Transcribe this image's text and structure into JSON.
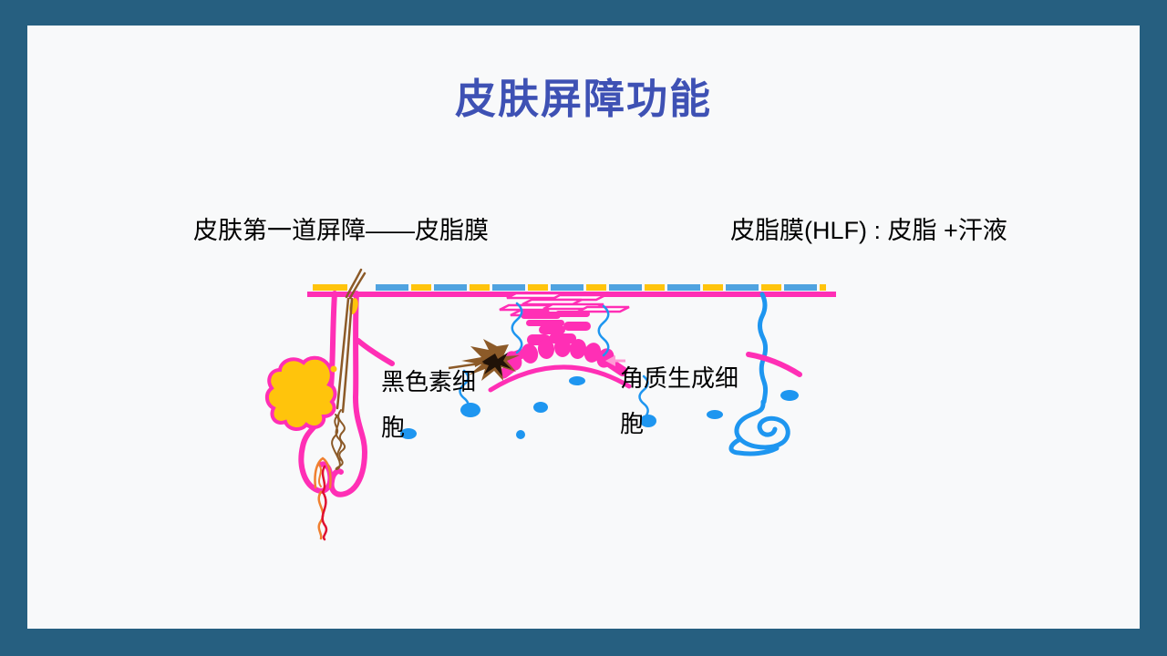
{
  "slide": {
    "title": "皮肤屏障功能",
    "caption_left": "皮肤第一道屏障——皮脂膜",
    "caption_right": "皮脂膜(HLF) : 皮脂 +汗液",
    "labels": {
      "melanocyte": "黑色素细胞",
      "keratinocyte": "角质生成细胞"
    }
  },
  "colors": {
    "border": "#265F80",
    "background": "#F8F9FA",
    "title": "#3E51B4",
    "text": "#000000",
    "magenta": "#FF2FB5",
    "light_pink": "#FF9AD5",
    "gold": "#FFC40C",
    "sky": "#4FA3E0",
    "blue": "#1E96F0",
    "brown": "#8C5A28",
    "dark_brown": "#201208",
    "red": "#E01030",
    "orange": "#F08030"
  }
}
